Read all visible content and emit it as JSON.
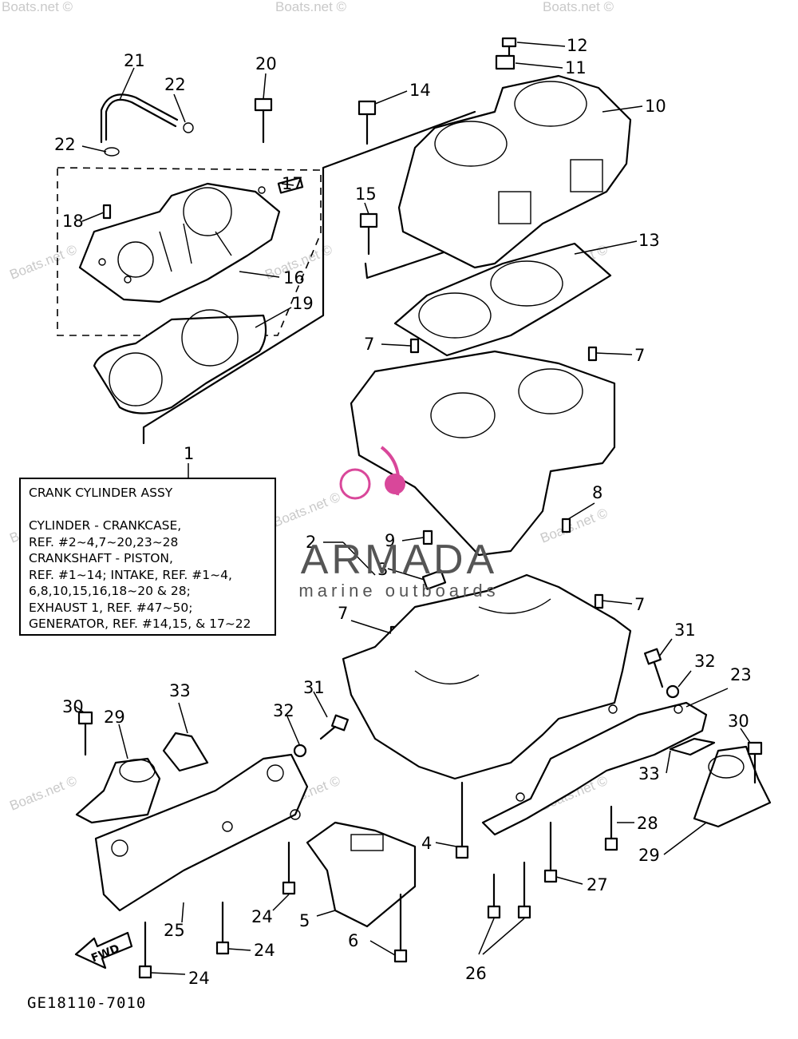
{
  "watermark_text": "Boats.net ©",
  "info_box": {
    "lines": [
      "CRANK CYLINDER ASSY",
      "",
      "CYLINDER - CRANKCASE,",
      "REF. #2~4,7~20,23~28",
      "CRANKSHAFT - PISTON,",
      "REF. #1~14; INTAKE, REF. #1~4,",
      "6,8,10,15,16,18~20 & 28;",
      "EXHAUST 1, REF. #47~50;",
      "GENERATOR, REF. #14,15, & 17~22"
    ]
  },
  "logo": {
    "word": "ARMADA",
    "subtitle": "marine outboards",
    "accent_color": "#d9479a"
  },
  "fwd_label": "FWD",
  "drawing_code": "GE18110-7010",
  "callouts": [
    "21",
    "20",
    "22",
    "12",
    "11",
    "14",
    "10",
    "22",
    "17",
    "18",
    "15",
    "16",
    "13",
    "19",
    "7",
    "7",
    "1",
    "8",
    "2",
    "9",
    "3",
    "7",
    "7",
    "31",
    "32",
    "23",
    "33",
    "30",
    "29",
    "32",
    "31",
    "30",
    "33",
    "28",
    "29",
    "4",
    "27",
    "24",
    "5",
    "25",
    "6",
    "24",
    "26",
    "24"
  ]
}
